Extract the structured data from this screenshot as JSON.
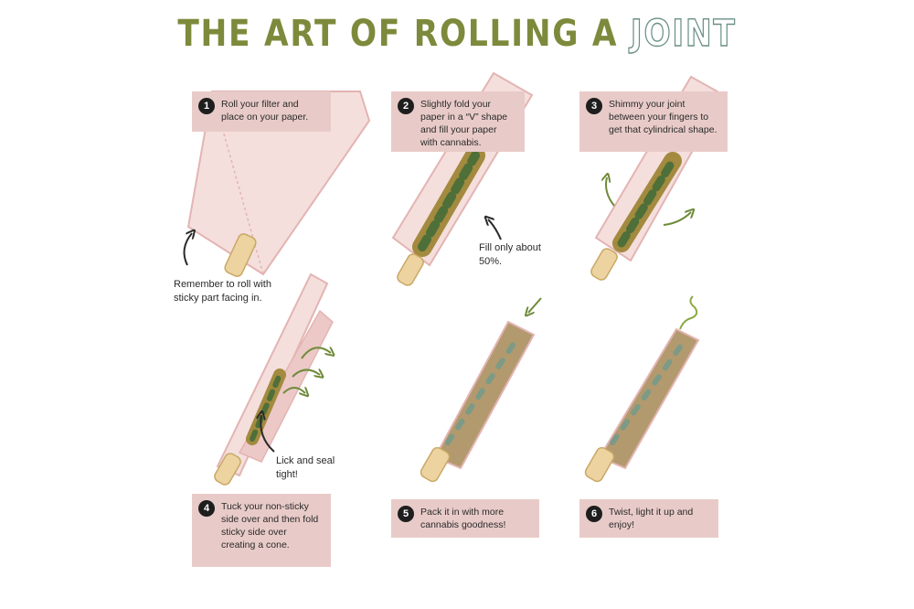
{
  "title": {
    "main": "THE ART OF ROLLING A",
    "accent": "JOINT"
  },
  "steps": [
    {
      "number": "1",
      "text": "Roll your filter and place on your paper."
    },
    {
      "number": "2",
      "text": "Slightly fold your paper in a “V” shape and fill your paper with cannabis."
    },
    {
      "number": "3",
      "text": "Shimmy your joint between your fingers to get that cylindrical shape."
    },
    {
      "number": "4",
      "text": "Tuck your non-sticky side over and then fold sticky side over creating a cone."
    },
    {
      "number": "5",
      "text": "Pack it in with more cannabis goodness!"
    },
    {
      "number": "6",
      "text": "Twist, light it up and enjoy!"
    }
  ],
  "notes": {
    "remember": "Remember to roll with sticky part facing in.",
    "fill": "Fill only about 50%.",
    "lick": "Lick and seal tight!"
  },
  "colors": {
    "title": "#7d8a3c",
    "title_accent_outline": "#6a8f86",
    "caption_bg": "#e8cbc8",
    "paper": "#f4dfdd",
    "paper_outline": "#e3b4b2",
    "filter": "#ecd3a0",
    "cannabis_dark": "#4f6f39",
    "cannabis_brown": "#a38a3f",
    "arrow": "#6f8a3a"
  }
}
